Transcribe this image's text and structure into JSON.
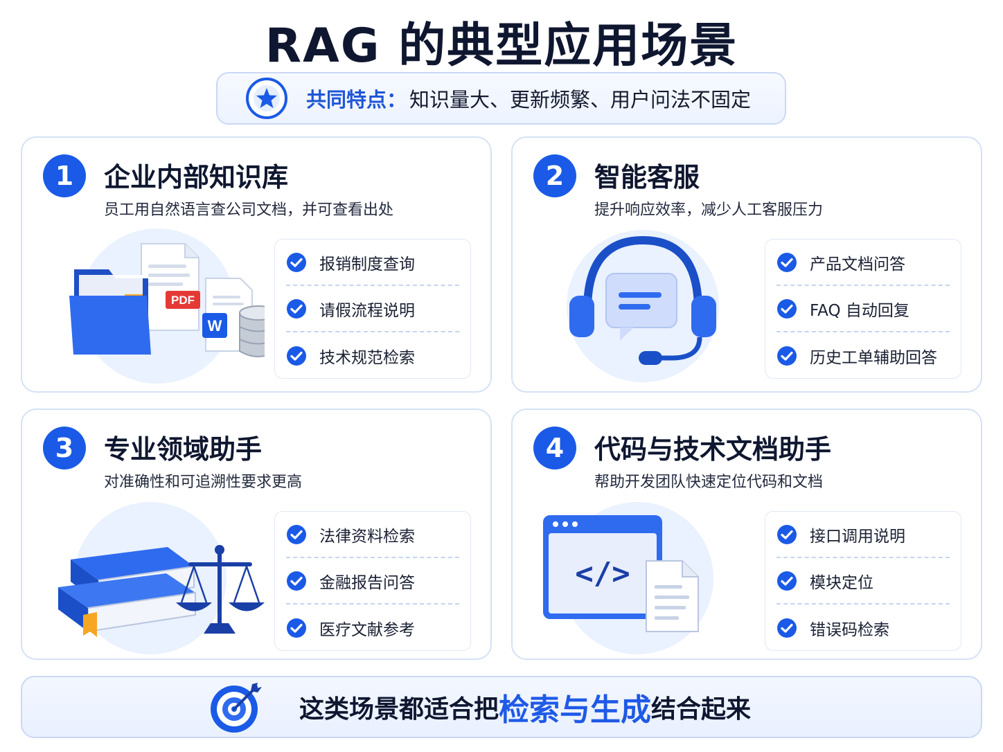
{
  "title": "RAG 的典型应用场景",
  "feature": {
    "label": "共同特点：",
    "text": "知识量大、更新频繁、用户问法不固定"
  },
  "cards": [
    {
      "number": "1",
      "title": "企业内部知识库",
      "subtitle": "员工用自然语言查公司文档，并可查看出处",
      "illustration": "folder-documents-database",
      "doc_labels": [
        "PDF",
        "W"
      ],
      "items": [
        "报销制度查询",
        "请假流程说明",
        "技术规范检索"
      ]
    },
    {
      "number": "2",
      "title": "智能客服",
      "subtitle": "提升响应效率，减少人工客服压力",
      "illustration": "headset-chat",
      "items": [
        "产品文档问答",
        "FAQ 自动回复",
        "历史工单辅助回答"
      ]
    },
    {
      "number": "3",
      "title": "专业领域助手",
      "subtitle": "对准确性和可追溯性要求更高",
      "illustration": "books-scales",
      "items": [
        "法律资料检索",
        "金融报告问答",
        "医疗文献参考"
      ]
    },
    {
      "number": "4",
      "title": "代码与技术文档助手",
      "subtitle": "帮助开发团队快速定位代码和文档",
      "illustration": "code-window-document",
      "code_symbol": "</>",
      "items": [
        "接口调用说明",
        "模块定位",
        "错误码检索"
      ]
    }
  ],
  "bottom": {
    "prefix": "这类场景都适合把",
    "highlight": "检索与生成",
    "suffix": "结合起来"
  },
  "colors": {
    "accent": "#1a5ae6",
    "accent_light": "#e8f0ff",
    "title": "#0f1730",
    "pdf_red": "#e53935",
    "bookmark": "#f5a623"
  }
}
